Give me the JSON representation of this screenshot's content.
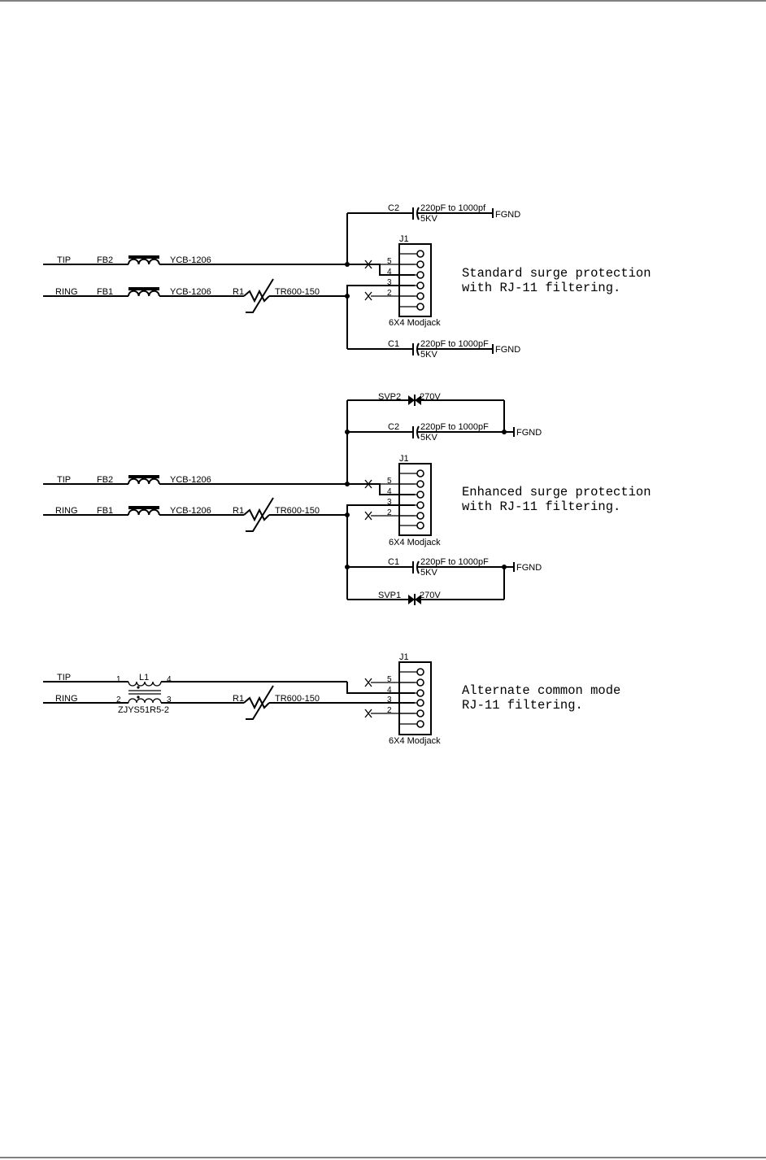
{
  "circuits": [
    {
      "caption": [
        "Standard surge protection",
        "with RJ-11 filtering."
      ],
      "tip": "TIP",
      "ring": "RING",
      "fb_top": "FB2",
      "fb_top_value": "YCB-1206",
      "fb_bot": "FB1",
      "fb_bot_value": "YCB-1206",
      "resistor": "R1",
      "resistor_value": "TR600-150",
      "connector": "J1",
      "connector_type": "6X4 Modjack",
      "pins": [
        "5",
        "4",
        "3",
        "2"
      ],
      "cap_top": "C2",
      "cap_top_value": "220pF to 1000pf",
      "cap_top_voltage": "5KV",
      "cap_bot": "C1",
      "cap_bot_value": "220pF to 1000pF",
      "cap_bot_voltage": "5KV",
      "ground": "FGND"
    },
    {
      "caption": [
        "Enhanced surge protection",
        "with RJ-11 filtering."
      ],
      "tip": "TIP",
      "ring": "RING",
      "fb_top": "FB2",
      "fb_top_value": "YCB-1206",
      "fb_bot": "FB1",
      "fb_bot_value": "YCB-1206",
      "resistor": "R1",
      "resistor_value": "TR600-150",
      "connector": "J1",
      "connector_type": "6X4 Modjack",
      "pins": [
        "5",
        "4",
        "3",
        "2"
      ],
      "cap_top": "C2",
      "cap_top_value": "220pF to 1000pF",
      "cap_top_voltage": "5KV",
      "cap_bot": "C1",
      "cap_bot_value": "220pF to 1000pF",
      "cap_bot_voltage": "5KV",
      "svp_top": "SVP2",
      "svp_top_value": "270V",
      "svp_bot": "SVP1",
      "svp_bot_value": "270V",
      "ground": "FGND"
    },
    {
      "caption": [
        "Alternate common mode",
        "RJ-11 filtering."
      ],
      "tip": "TIP",
      "ring": "RING",
      "choke": "L1",
      "choke_value": "ZJYS51R5-2",
      "choke_pins": [
        "1",
        "4",
        "2",
        "3"
      ],
      "resistor": "R1",
      "resistor_value": "TR600-150",
      "connector": "J1",
      "connector_type": "6X4 Modjack",
      "pins": [
        "5",
        "4",
        "3",
        "2"
      ]
    }
  ]
}
